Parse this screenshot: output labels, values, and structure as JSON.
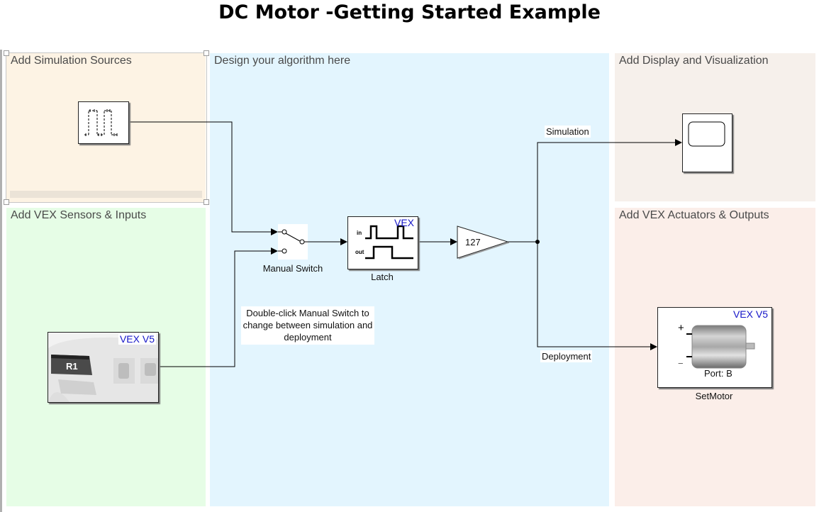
{
  "title": "DC Motor -Getting Started Example",
  "areas": {
    "sources": "Add Simulation Sources",
    "sensors": "Add VEX Sensors & Inputs",
    "algorithm": "Design your algorithm here",
    "display": "Add Display and Visualization",
    "actuators": "Add VEX Actuators & Outputs"
  },
  "blocks": {
    "pulse_source": {
      "name": "",
      "icon": "pulse-generator-icon"
    },
    "controller": {
      "tag": "VEX V5",
      "button_label": "R1",
      "icon": "vex-controller-icon"
    },
    "manual_switch": {
      "caption": "Manual Switch",
      "icon": "manual-switch-icon"
    },
    "latch": {
      "caption": "Latch",
      "tag": "VEX",
      "in_label": "in",
      "out_label": "out"
    },
    "gain": {
      "value": "127"
    },
    "scope": {
      "icon": "scope-icon"
    },
    "set_motor": {
      "caption": "SetMotor",
      "tag": "VEX V5",
      "port": "Port: B",
      "plus": "+",
      "minus": "−"
    }
  },
  "signals": {
    "simulation": "Simulation",
    "deployment": "Deployment"
  },
  "annotation": "Double-click Manual Switch to change between simulation and deployment",
  "colors": {
    "sources_bg": "#fdf3e4",
    "sensors_bg": "#e6fde6",
    "algorithm_bg": "#e3f5fe",
    "display_bg": "#f6f0eb",
    "actuators_bg": "#fbeee9",
    "vex_tag": "#1515c8"
  }
}
